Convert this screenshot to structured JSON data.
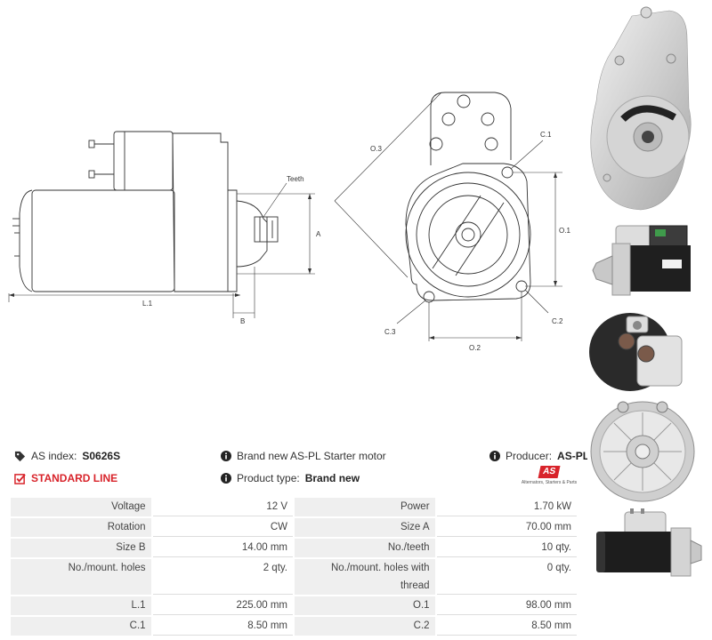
{
  "diagram_labels": {
    "teeth": "Teeth",
    "a": "A",
    "b": "B",
    "l1": "L.1",
    "o3": "O.3",
    "c1": "C.1",
    "o1": "O.1",
    "c2": "C.2",
    "c3": "C.3",
    "o2": "O.2"
  },
  "info": {
    "as_index_label": "AS index:",
    "as_index_value": "S0626S",
    "standard_line": "STANDARD LINE",
    "description": "Brand new AS-PL Starter motor",
    "product_type_label": "Product type:",
    "product_type_value": "Brand new",
    "producer_label": "Producer:",
    "producer_value": "AS-PL",
    "logo_text": "AS",
    "logo_tagline": "Alternators, Starters & Parts"
  },
  "specs": [
    {
      "l1": "Voltage",
      "v1": "12 V",
      "l2": "Power",
      "v2": "1.70 kW"
    },
    {
      "l1": "Rotation",
      "v1": "CW",
      "l2": "Size A",
      "v2": "70.00 mm"
    },
    {
      "l1": "Size B",
      "v1": "14.00 mm",
      "l2": "No./teeth",
      "v2": "10 qty."
    },
    {
      "l1": "No./mount. holes",
      "v1": "2 qty.",
      "l2": "No./mount. holes with thread",
      "v2": "0 qty."
    },
    {
      "l1": "L.1",
      "v1": "225.00 mm",
      "l2": "O.1",
      "v2": "98.00 mm"
    },
    {
      "l1": "C.1",
      "v1": "8.50 mm",
      "l2": "C.2",
      "v2": "8.50 mm"
    }
  ],
  "colors": {
    "accent": "#d8232a",
    "label_bg": "#efefef"
  },
  "icons": [
    "tag-icon",
    "check-square-icon",
    "info-icon"
  ]
}
